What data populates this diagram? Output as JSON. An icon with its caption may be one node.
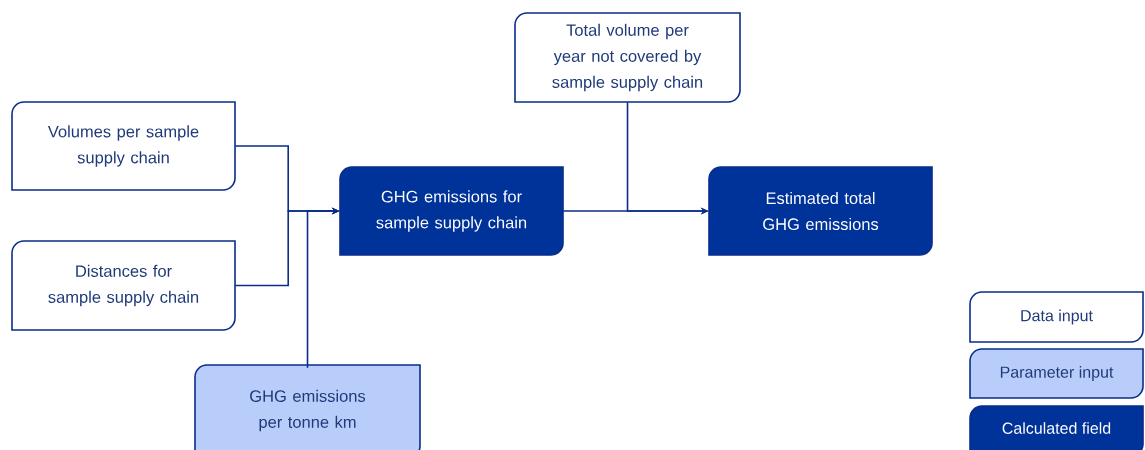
{
  "diagram": {
    "nodes": [
      {
        "text": [
          "Volumes per sample supply chain"
        ]
      },
      {
        "text": [
          "Distances for sample supply chain"
        ]
      },
      {
        "text": [
          "GHG emissions per tonne km"
        ]
      },
      {
        "text": [
          "GHG emissions for sample supply chain"
        ]
      },
      {
        "text": [
          "Total volume per year not covered by sample supply chain"
        ]
      },
      {
        "text": [
          "Estimated total GHG emissions"
        ]
      }
    ],
    "edges": [
      {
        "from": 0,
        "to": 3,
        "arrow": "to"
      },
      {
        "from": 1,
        "to": 3,
        "arrow": "to"
      },
      {
        "from": 2,
        "to": 3,
        "arrow": "to"
      },
      {
        "from": 3,
        "to": 5,
        "arrow": "to"
      },
      {
        "from": 4,
        "to": 5,
        "arrow": "to"
      }
    ],
    "legend": [
      {
        "text": "Data input"
      },
      {
        "text": "Parameter input",
        "color": "#b8cdf9"
      },
      {
        "text": "Calculated field",
        "color": "#003399"
      }
    ]
  }
}
